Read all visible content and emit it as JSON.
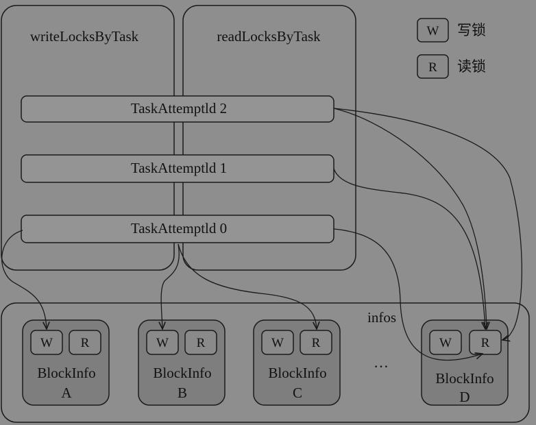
{
  "legend": {
    "write": {
      "glyph": "W",
      "label": "写锁"
    },
    "read": {
      "glyph": "R",
      "label": "读锁"
    }
  },
  "panels": {
    "write_locks": "writeLocksByTask",
    "read_locks": "readLocksByTask"
  },
  "tasks": [
    "TaskAttemptld 2",
    "TaskAttemptld 1",
    "TaskAttemptld 0"
  ],
  "infos_label": "infos",
  "ellipsis": "…",
  "blocks": [
    {
      "title": "BlockInfo",
      "id": "A",
      "w": "W",
      "r": "R"
    },
    {
      "title": "BlockInfo",
      "id": "B",
      "w": "W",
      "r": "R"
    },
    {
      "title": "BlockInfo",
      "id": "C",
      "w": "W",
      "r": "R"
    },
    {
      "title": "BlockInfo",
      "id": "D",
      "w": "W",
      "r": "R"
    }
  ],
  "colors": {
    "background": "#000000",
    "panel": "#8e8e8e",
    "task_bar": "#949494",
    "block": "#7e7e7e",
    "lock_box": "#8a8a8a",
    "stroke": "#1a1a1a"
  }
}
